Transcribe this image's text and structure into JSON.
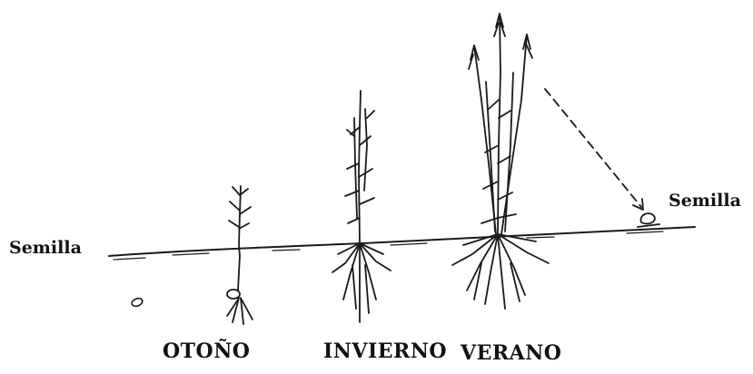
{
  "labels": {
    "seed_left": "Semilla",
    "seed_right": "Semilla",
    "stage_autumn": "OTOÑO",
    "stage_winter": "INVIERNO",
    "stage_summer": "VERANO"
  },
  "colors": {
    "ink": "#1a1a1a",
    "background": "#ffffff"
  }
}
